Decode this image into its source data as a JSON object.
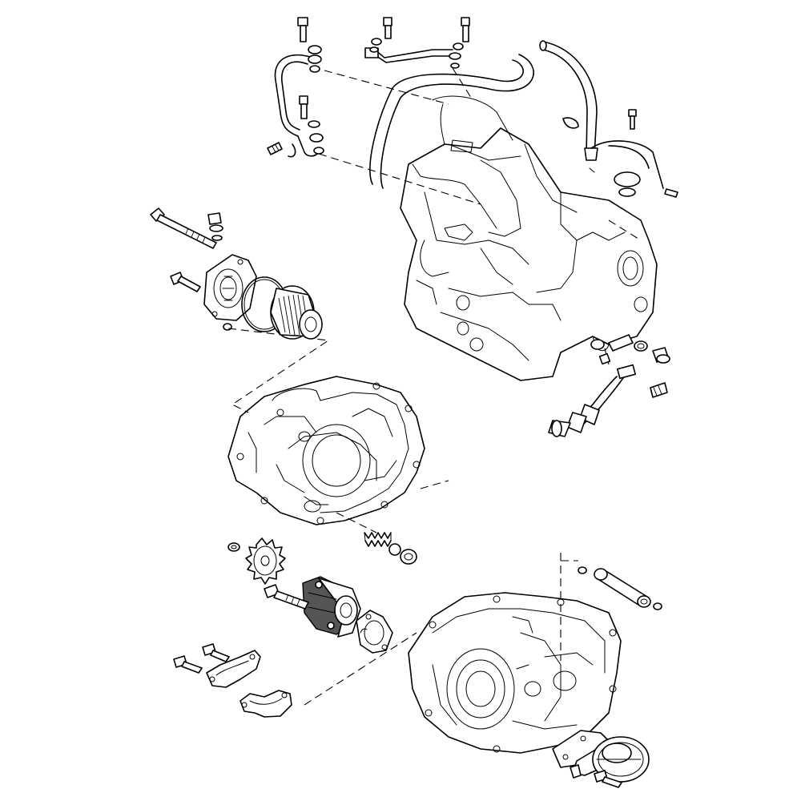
{
  "diagram": {
    "style": "exploded-parts-drawing",
    "line_color": "#000000",
    "background": "#ffffff",
    "groups": [
      "upper-crankcase-assembly",
      "oil-pipes-and-banjo-bolts",
      "breather-hose",
      "oil-filter-and-cover",
      "oil-pressure-switch",
      "clutch-side-crankcase-cover",
      "relief-valve-spring-and-ball",
      "oil-pump-drive-gear",
      "oil-pump",
      "oil-pump-gasket",
      "baffle-plates",
      "lower-crankcase",
      "oil-strainer",
      "oil-pipe-and-o-rings"
    ]
  }
}
